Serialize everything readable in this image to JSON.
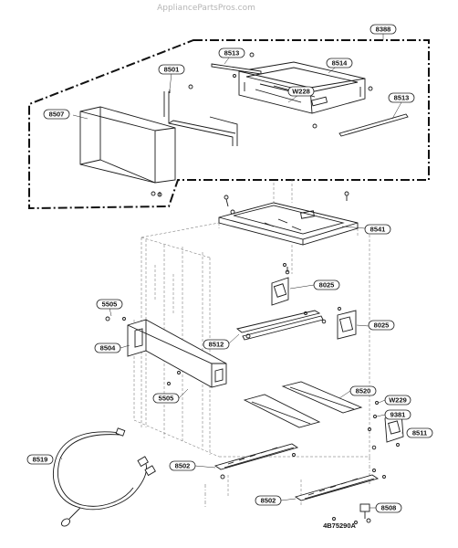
{
  "watermark": "AppliancePartsPros.com",
  "diagram_code": "4B75290A",
  "callouts": [
    {
      "id": "c-8388",
      "label": "8388"
    },
    {
      "id": "c-8513a",
      "label": "8513"
    },
    {
      "id": "c-8501",
      "label": "8501"
    },
    {
      "id": "c-8514",
      "label": "8514"
    },
    {
      "id": "c-w228",
      "label": "W228"
    },
    {
      "id": "c-8507",
      "label": "8507"
    },
    {
      "id": "c-8513b",
      "label": "8513"
    },
    {
      "id": "c-8541",
      "label": "8541"
    },
    {
      "id": "c-8025a",
      "label": "8025"
    },
    {
      "id": "c-5505a",
      "label": "5505"
    },
    {
      "id": "c-8025b",
      "label": "8025"
    },
    {
      "id": "c-8504",
      "label": "8504"
    },
    {
      "id": "c-8512",
      "label": "8512"
    },
    {
      "id": "c-5505b",
      "label": "5505"
    },
    {
      "id": "c-8520",
      "label": "8520"
    },
    {
      "id": "c-w229",
      "label": "W229"
    },
    {
      "id": "c-9381",
      "label": "9381"
    },
    {
      "id": "c-8511",
      "label": "8511"
    },
    {
      "id": "c-8519",
      "label": "8519"
    },
    {
      "id": "c-8502a",
      "label": "8502"
    },
    {
      "id": "c-8502b",
      "label": "8502"
    },
    {
      "id": "c-8508",
      "label": "8508"
    }
  ]
}
